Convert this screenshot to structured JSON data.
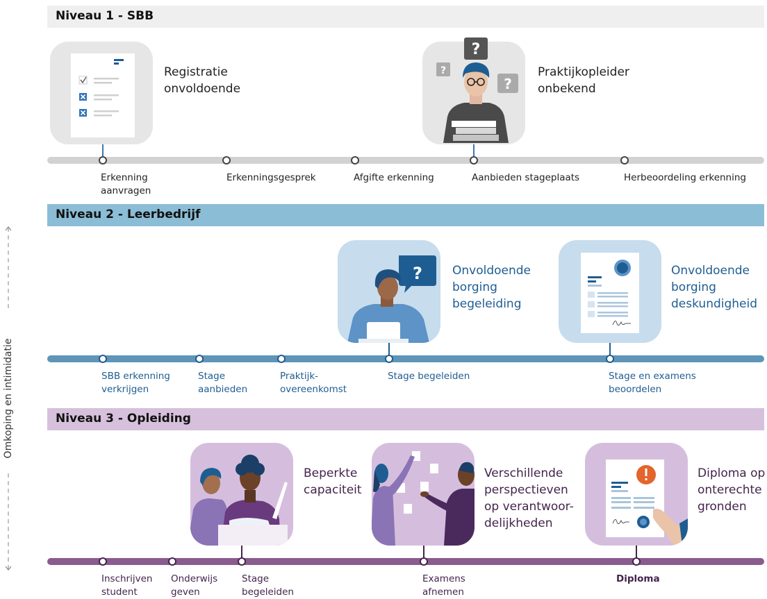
{
  "side_label": "Omkoping en intimidatie",
  "levels": [
    {
      "title": "Niveau 1 - SBB",
      "steps": [
        {
          "label_1": "Erkenning",
          "label_2": "aanvragen"
        },
        {
          "label_1": "Erkenningsgesprek"
        },
        {
          "label_1": "Afgifte erkenning"
        },
        {
          "label_1": "Aanbieden stageplaats"
        },
        {
          "label_1": "Herbeoordeling erkenning"
        }
      ],
      "issues": [
        {
          "line_1": "Registratie",
          "line_2": "onvoldoende",
          "icon": "checklist-document-icon"
        },
        {
          "line_1": "Praktijkopleider",
          "line_2": "onbekend",
          "icon": "unknown-instructor-icon"
        }
      ]
    },
    {
      "title": "Niveau 2 - Leerbedrijf",
      "steps": [
        {
          "label_1": "SBB erkenning",
          "label_2": "verkrijgen"
        },
        {
          "label_1": "Stage",
          "label_2": "aanbieden"
        },
        {
          "label_1": "Praktijk-",
          "label_2": "overeenkomst"
        },
        {
          "label_1": "Stage begeleiden"
        },
        {
          "label_1": "Stage en examens",
          "label_2": "beoordelen"
        }
      ],
      "issues": [
        {
          "line_1": "Onvoldoende",
          "line_2": "borging",
          "line_3": "begeleiding",
          "icon": "questioning-supervisor-icon"
        },
        {
          "line_1": "Onvoldoende",
          "line_2": "borging",
          "line_3": "deskundigheid",
          "icon": "certificate-document-icon"
        }
      ]
    },
    {
      "title": "Niveau 3 - Opleiding",
      "steps": [
        {
          "label_1": "Inschrijven",
          "label_2": "student"
        },
        {
          "label_1": "Onderwijs",
          "label_2": "geven"
        },
        {
          "label_1": "Stage",
          "label_2": "begeleiden"
        },
        {
          "label_1": "Examens",
          "label_2": "afnemen"
        },
        {
          "label_1": "Diploma"
        }
      ],
      "issues": [
        {
          "line_1": "Beperkte",
          "line_2": "capaciteit",
          "icon": "students-laptop-icon"
        },
        {
          "line_1": "Verschillende",
          "line_2": "perspectieven",
          "line_3": "op verantwoor-",
          "line_4": "delijkheden",
          "icon": "whiteboard-discussion-icon"
        },
        {
          "line_1": "Diploma op",
          "line_2": "onterechte",
          "line_3": "gronden",
          "icon": "flagged-diploma-icon"
        }
      ]
    }
  ],
  "colors": {
    "level1_banner": "#efefef",
    "level1_track": "#d2d2d2",
    "level1_text": "#222222",
    "level1_stem": "#3b78b4",
    "level2_banner": "#8bbdd6",
    "level2_track": "#5f95b8",
    "level2_text": "#1e5d92",
    "level3_banner": "#d6c0dc",
    "level3_track": "#8a5b8e",
    "level3_text": "#44244c",
    "warning": "#e3642c"
  }
}
